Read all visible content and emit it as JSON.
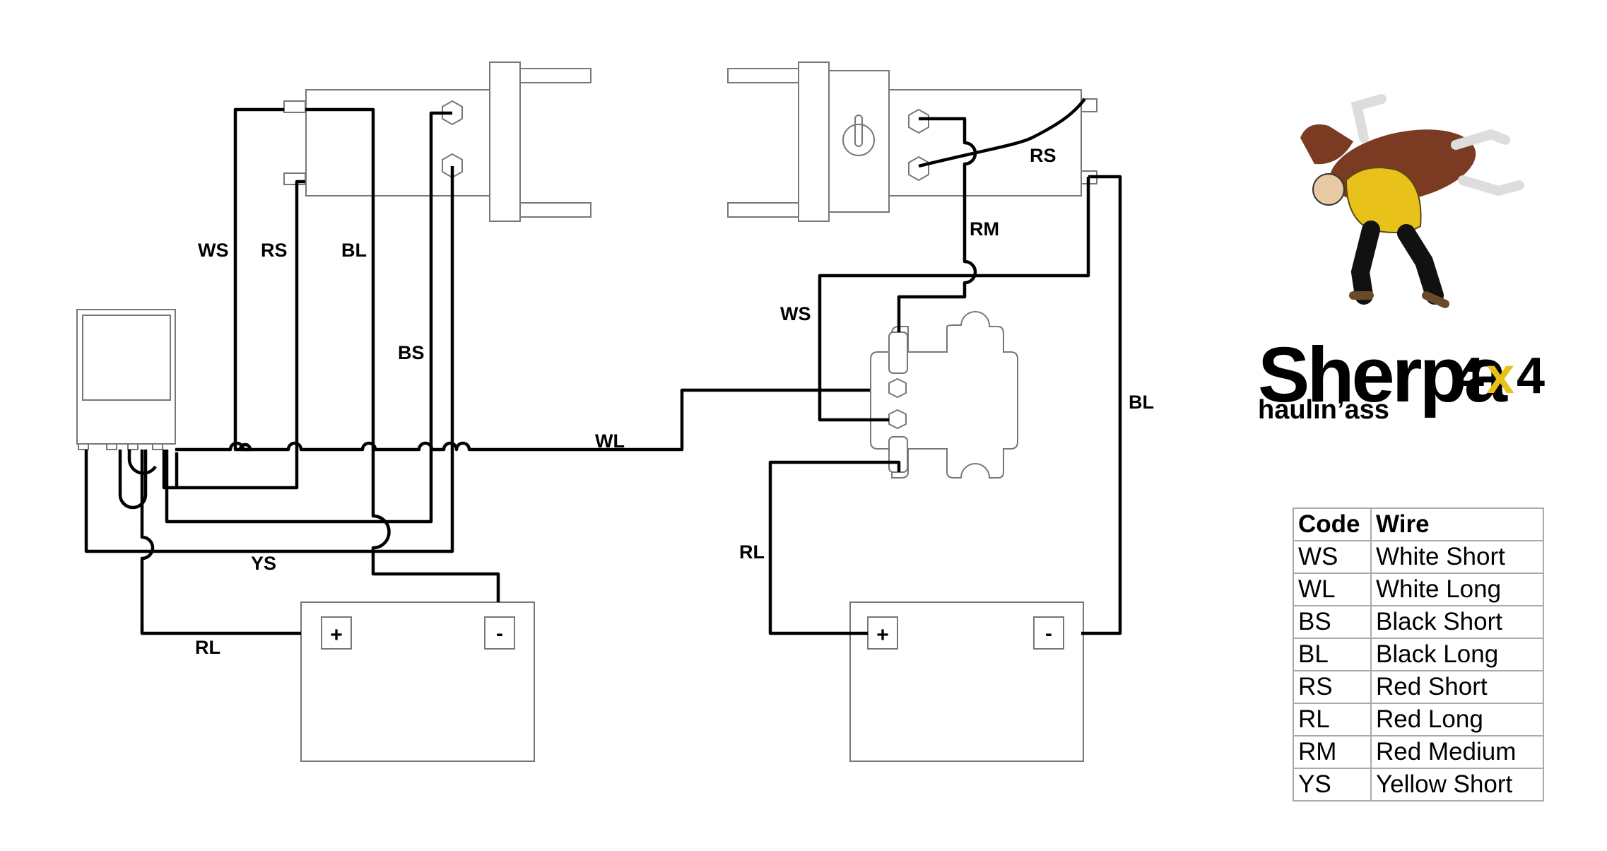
{
  "diagram": {
    "left": {
      "wire_labels": {
        "ws": "WS",
        "rs": "RS",
        "bl": "BL",
        "bs": "BS",
        "ys": "YS",
        "rl": "RL"
      },
      "battery": {
        "plus": "+",
        "minus": "-"
      }
    },
    "right": {
      "wire_labels": {
        "rs": "RS",
        "rm": "RM",
        "ws": "WS",
        "wl": "WL",
        "bl": "BL",
        "rl": "RL"
      },
      "battery": {
        "plus": "+",
        "minus": "-"
      }
    }
  },
  "logo": {
    "brand": "Sherpa",
    "four_a": "4",
    "x": "x",
    "four_b": "4",
    "tagline": "haulin’ass",
    "colors": {
      "accent": "#e8c21a",
      "figure_shirt": "#e8c21a",
      "figure_animal": "#7a3b22"
    }
  },
  "legend": {
    "headers": {
      "code": "Code",
      "wire": "Wire"
    },
    "rows": [
      {
        "code": "WS",
        "wire": "White Short"
      },
      {
        "code": "WL",
        "wire": "White Long"
      },
      {
        "code": "BS",
        "wire": "Black Short"
      },
      {
        "code": "BL",
        "wire": "Black Long"
      },
      {
        "code": "RS",
        "wire": "Red Short"
      },
      {
        "code": "RL",
        "wire": "Red Long"
      },
      {
        "code": "RM",
        "wire": "Red Medium"
      },
      {
        "code": "YS",
        "wire": "Yellow Short"
      }
    ]
  }
}
